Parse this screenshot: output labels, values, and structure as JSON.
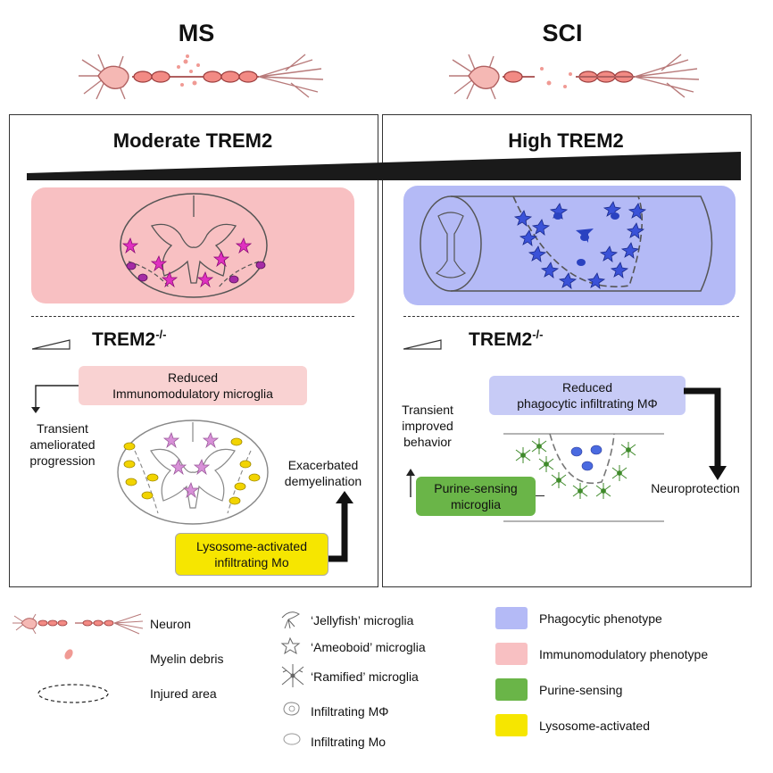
{
  "headers": {
    "left": "MS",
    "right": "SCI"
  },
  "left_panel": {
    "title": "Moderate TREM2",
    "genotype": "TREM2",
    "genotype_sup": "-/-",
    "box_reduced_line1": "Reduced",
    "box_reduced_line2": "Immunomodulatory microglia",
    "transient_line1": "Transient",
    "transient_line2": "ameliorated",
    "transient_line3": "progression",
    "exacerbated_line1": "Exacerbated",
    "exacerbated_line2": "demyelination",
    "box_lysosome_line1": "Lysosome-activated",
    "box_lysosome_line2": "infiltrating Mo"
  },
  "right_panel": {
    "title": "High TREM2",
    "genotype": "TREM2",
    "genotype_sup": "-/-",
    "box_reduced_line1": "Reduced",
    "box_reduced_line2": "phagocytic infiltrating MΦ",
    "transient_line1": "Transient",
    "transient_line2": "improved",
    "transient_line3": "behavior",
    "box_purine_line1": "Purine-sensing",
    "box_purine_line2": "microglia",
    "neuroprotection": "Neuroprotection"
  },
  "legend": {
    "col1": [
      "Neuron",
      "Myelin debris",
      "Injured area"
    ],
    "col2": [
      "‘Jellyfish’ microglia",
      "‘Ameoboid’ microglia",
      "‘Ramified’ microglia",
      "Infiltrating MΦ",
      "Infiltrating Mo"
    ],
    "col3": [
      "Phagocytic phenotype",
      "Immunomodulatory phenotype",
      "Purine-sensing",
      "Lysosome-activated"
    ]
  },
  "colors": {
    "phagocytic": "#b4baf6",
    "immunomodulatory": "#f8c0c2",
    "purine": "#6ab548",
    "lysosome": "#f6e600",
    "pink_box": "#f9d2d2",
    "blue_box": "#c7cbf6"
  }
}
